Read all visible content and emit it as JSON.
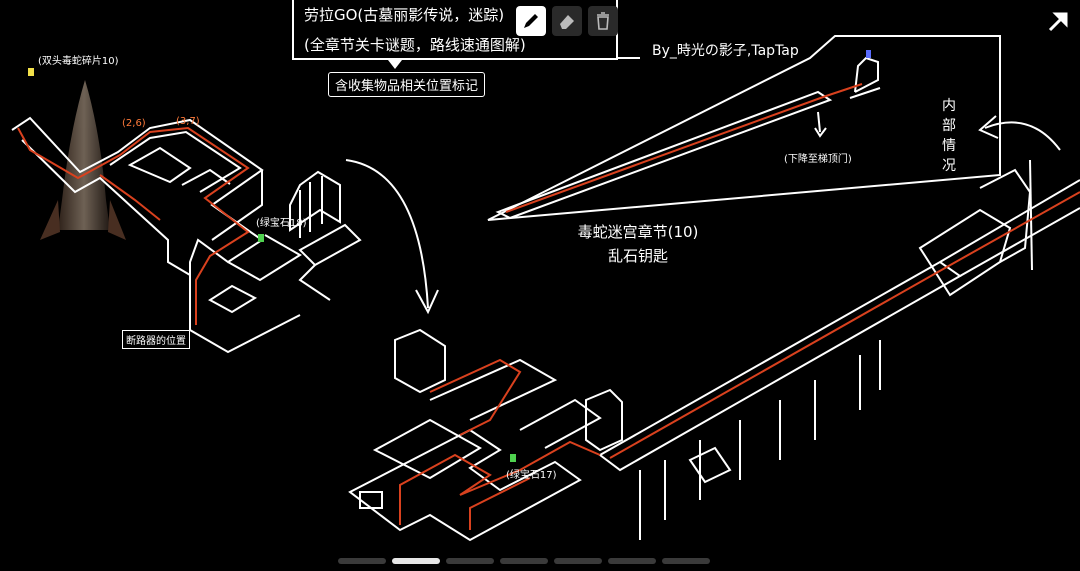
{
  "title": {
    "line1": "劳拉GO(古墓丽影传说，迷踪)",
    "line2": "(全章节关卡谜题，路线速通图解)",
    "sublabel": "含收集物品相关位置标记"
  },
  "credit": "By_時光の影子,TapTap",
  "vertical_label": "内部情况",
  "chapter_label": {
    "line1": "毒蛇迷宫章节(10)",
    "line2": "乱石钥匙"
  },
  "annotations": {
    "relic_top_left": "(双头毒蛇碎片10)",
    "gem_left": "(绿宝石18)",
    "broken_vase": "断路器的位置",
    "gem_bottom": "(绿宝石17)",
    "drop_note": "(下降至梯顶门)",
    "coord_a": "(2,6)",
    "coord_b": "(3,7)"
  },
  "tools": [
    {
      "name": "pen",
      "icon": "pen-icon",
      "active": true
    },
    {
      "name": "eraser",
      "icon": "eraser-icon",
      "active": false
    },
    {
      "name": "trash",
      "icon": "trash-icon",
      "active": false
    }
  ],
  "pager": {
    "count": 7,
    "active_index": 1
  },
  "colors": {
    "background": "#000000",
    "line": "#ffffff",
    "route": "#d9411e",
    "route_glow": "#ff7a3a",
    "marker_yellow": "#f2e04a",
    "marker_green": "#4fd14f",
    "marker_blue": "#5a6cff"
  }
}
